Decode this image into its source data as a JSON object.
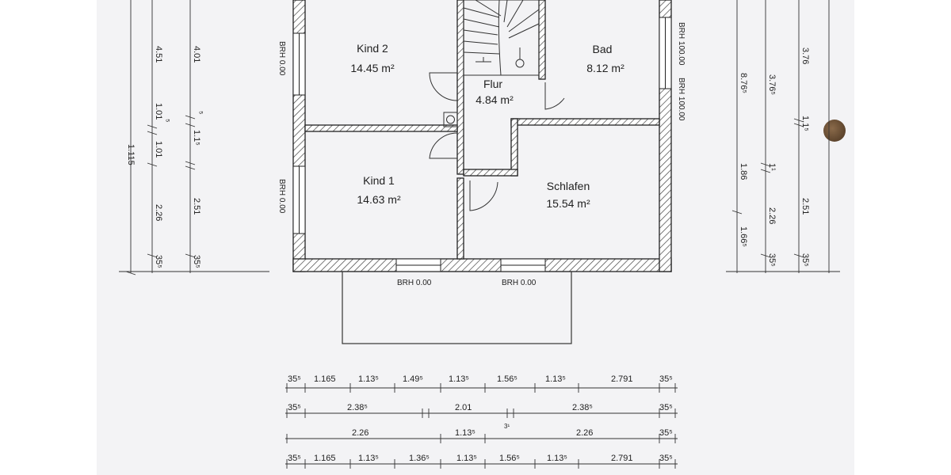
{
  "rooms": {
    "kind2": {
      "name": "Kind 2",
      "area": "14.45 m²"
    },
    "bad": {
      "name": "Bad",
      "area": "8.12 m²"
    },
    "flur": {
      "name": "Flur",
      "area": "4.84 m²"
    },
    "kind1": {
      "name": "Kind 1",
      "area": "14.63 m²"
    },
    "schlafen": {
      "name": "Schlafen",
      "area": "15.54 m²"
    }
  },
  "window_labels": {
    "left_upper": "BRH 0.00",
    "left_lower": "BRH 0.00",
    "right_a": "BRH 100.00",
    "right_b": "BRH 100.00",
    "bottom_left": "BRH 0.00",
    "bottom_right": "BRH 0.00"
  },
  "dimensions": {
    "left_col1": [
      "4.51",
      "1.01",
      "1.01",
      "2.26",
      "35⁵"
    ],
    "left_col0": [
      "1.115"
    ],
    "left_col2": [
      "4.01",
      "1.1⁵",
      "2.51",
      "35⁵"
    ],
    "left_small": [
      "⁵",
      "⁵"
    ],
    "right_col1": [
      "8.76⁵",
      "1.86",
      "1.66⁵"
    ],
    "right_col2": [
      "3.76⁵",
      "1¹",
      "2.26",
      "35⁵"
    ],
    "right_col3": [
      "3.76",
      "1.1⁵",
      "2.51",
      "35⁵"
    ],
    "row1": [
      "35⁵",
      "1.165",
      "1.13⁵",
      "1.49⁵",
      "1.13⁵",
      "1.56⁵",
      "1.13⁵",
      "2.791",
      "35⁵"
    ],
    "row2": [
      "35⁵",
      "2.38⁵",
      "2.01",
      "2.38⁵",
      "35⁵"
    ],
    "row2_small": "3¹",
    "row3": [
      "2.26",
      "1.13⁵",
      "2.26",
      "35⁵"
    ],
    "row4": [
      "35⁵",
      "1.165",
      "1.13⁵",
      "1.36⁵",
      "1.13⁵",
      "1.56⁵",
      "1.13⁵",
      "2.791",
      "35⁵"
    ]
  }
}
